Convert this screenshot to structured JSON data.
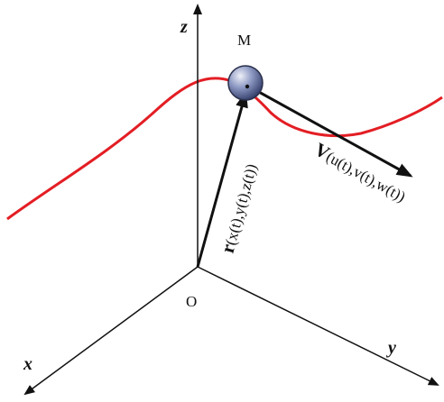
{
  "labels": {
    "z_axis": "z",
    "x_axis": "x",
    "y_axis": "y",
    "origin": "O",
    "point": "M",
    "position_symbol": "r",
    "position_args": "(x(t),y(t),z(t))",
    "velocity_symbol": "V",
    "velocity_args": "(u(t),v(t),w(t))"
  },
  "colors": {
    "trajectory": "#e31e24",
    "axes": "#111111",
    "vectors": "#111111",
    "particle": "#7f8cb8"
  }
}
